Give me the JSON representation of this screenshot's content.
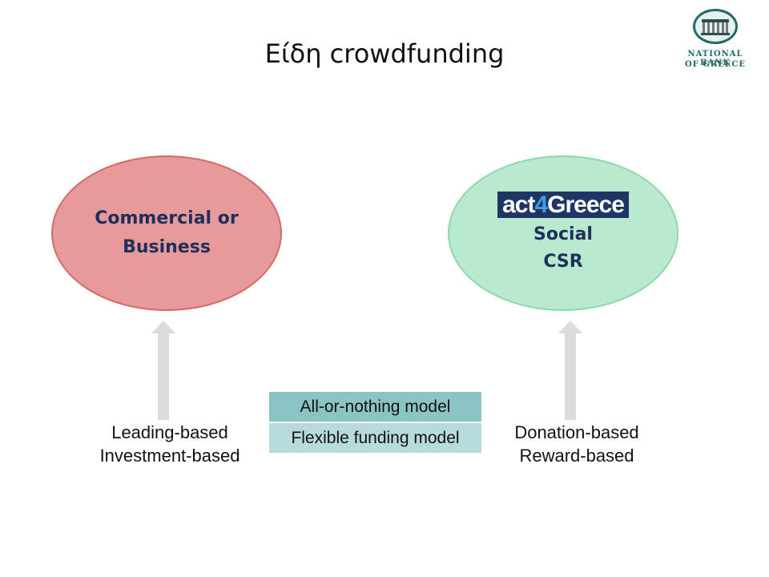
{
  "title": "Είδη crowdfunding",
  "logo": {
    "line1": "NATIONAL BANK",
    "line2": "OF GREECE",
    "emblem_icon": "bank-building-icon"
  },
  "left_ellipse": {
    "line1": "Commercial or",
    "line2": "Business",
    "fill": "#e79a9a"
  },
  "right_ellipse": {
    "logo_text_a": "act",
    "logo_text_b": "4",
    "logo_text_c": "Greece",
    "line1": "Social",
    "line2": "CSR",
    "fill": "#b9ead0"
  },
  "left_labels": [
    "Leading-based",
    "Investment-based"
  ],
  "right_labels": [
    "Donation-based",
    "Reward-based"
  ],
  "models": {
    "top": "All-or-nothing model",
    "bottom": "Flexible funding model"
  },
  "colors": {
    "arrow": "#dcdcdc",
    "ellipse_text": "#1f2f5c",
    "logo_teal": "#1f6a6a"
  }
}
